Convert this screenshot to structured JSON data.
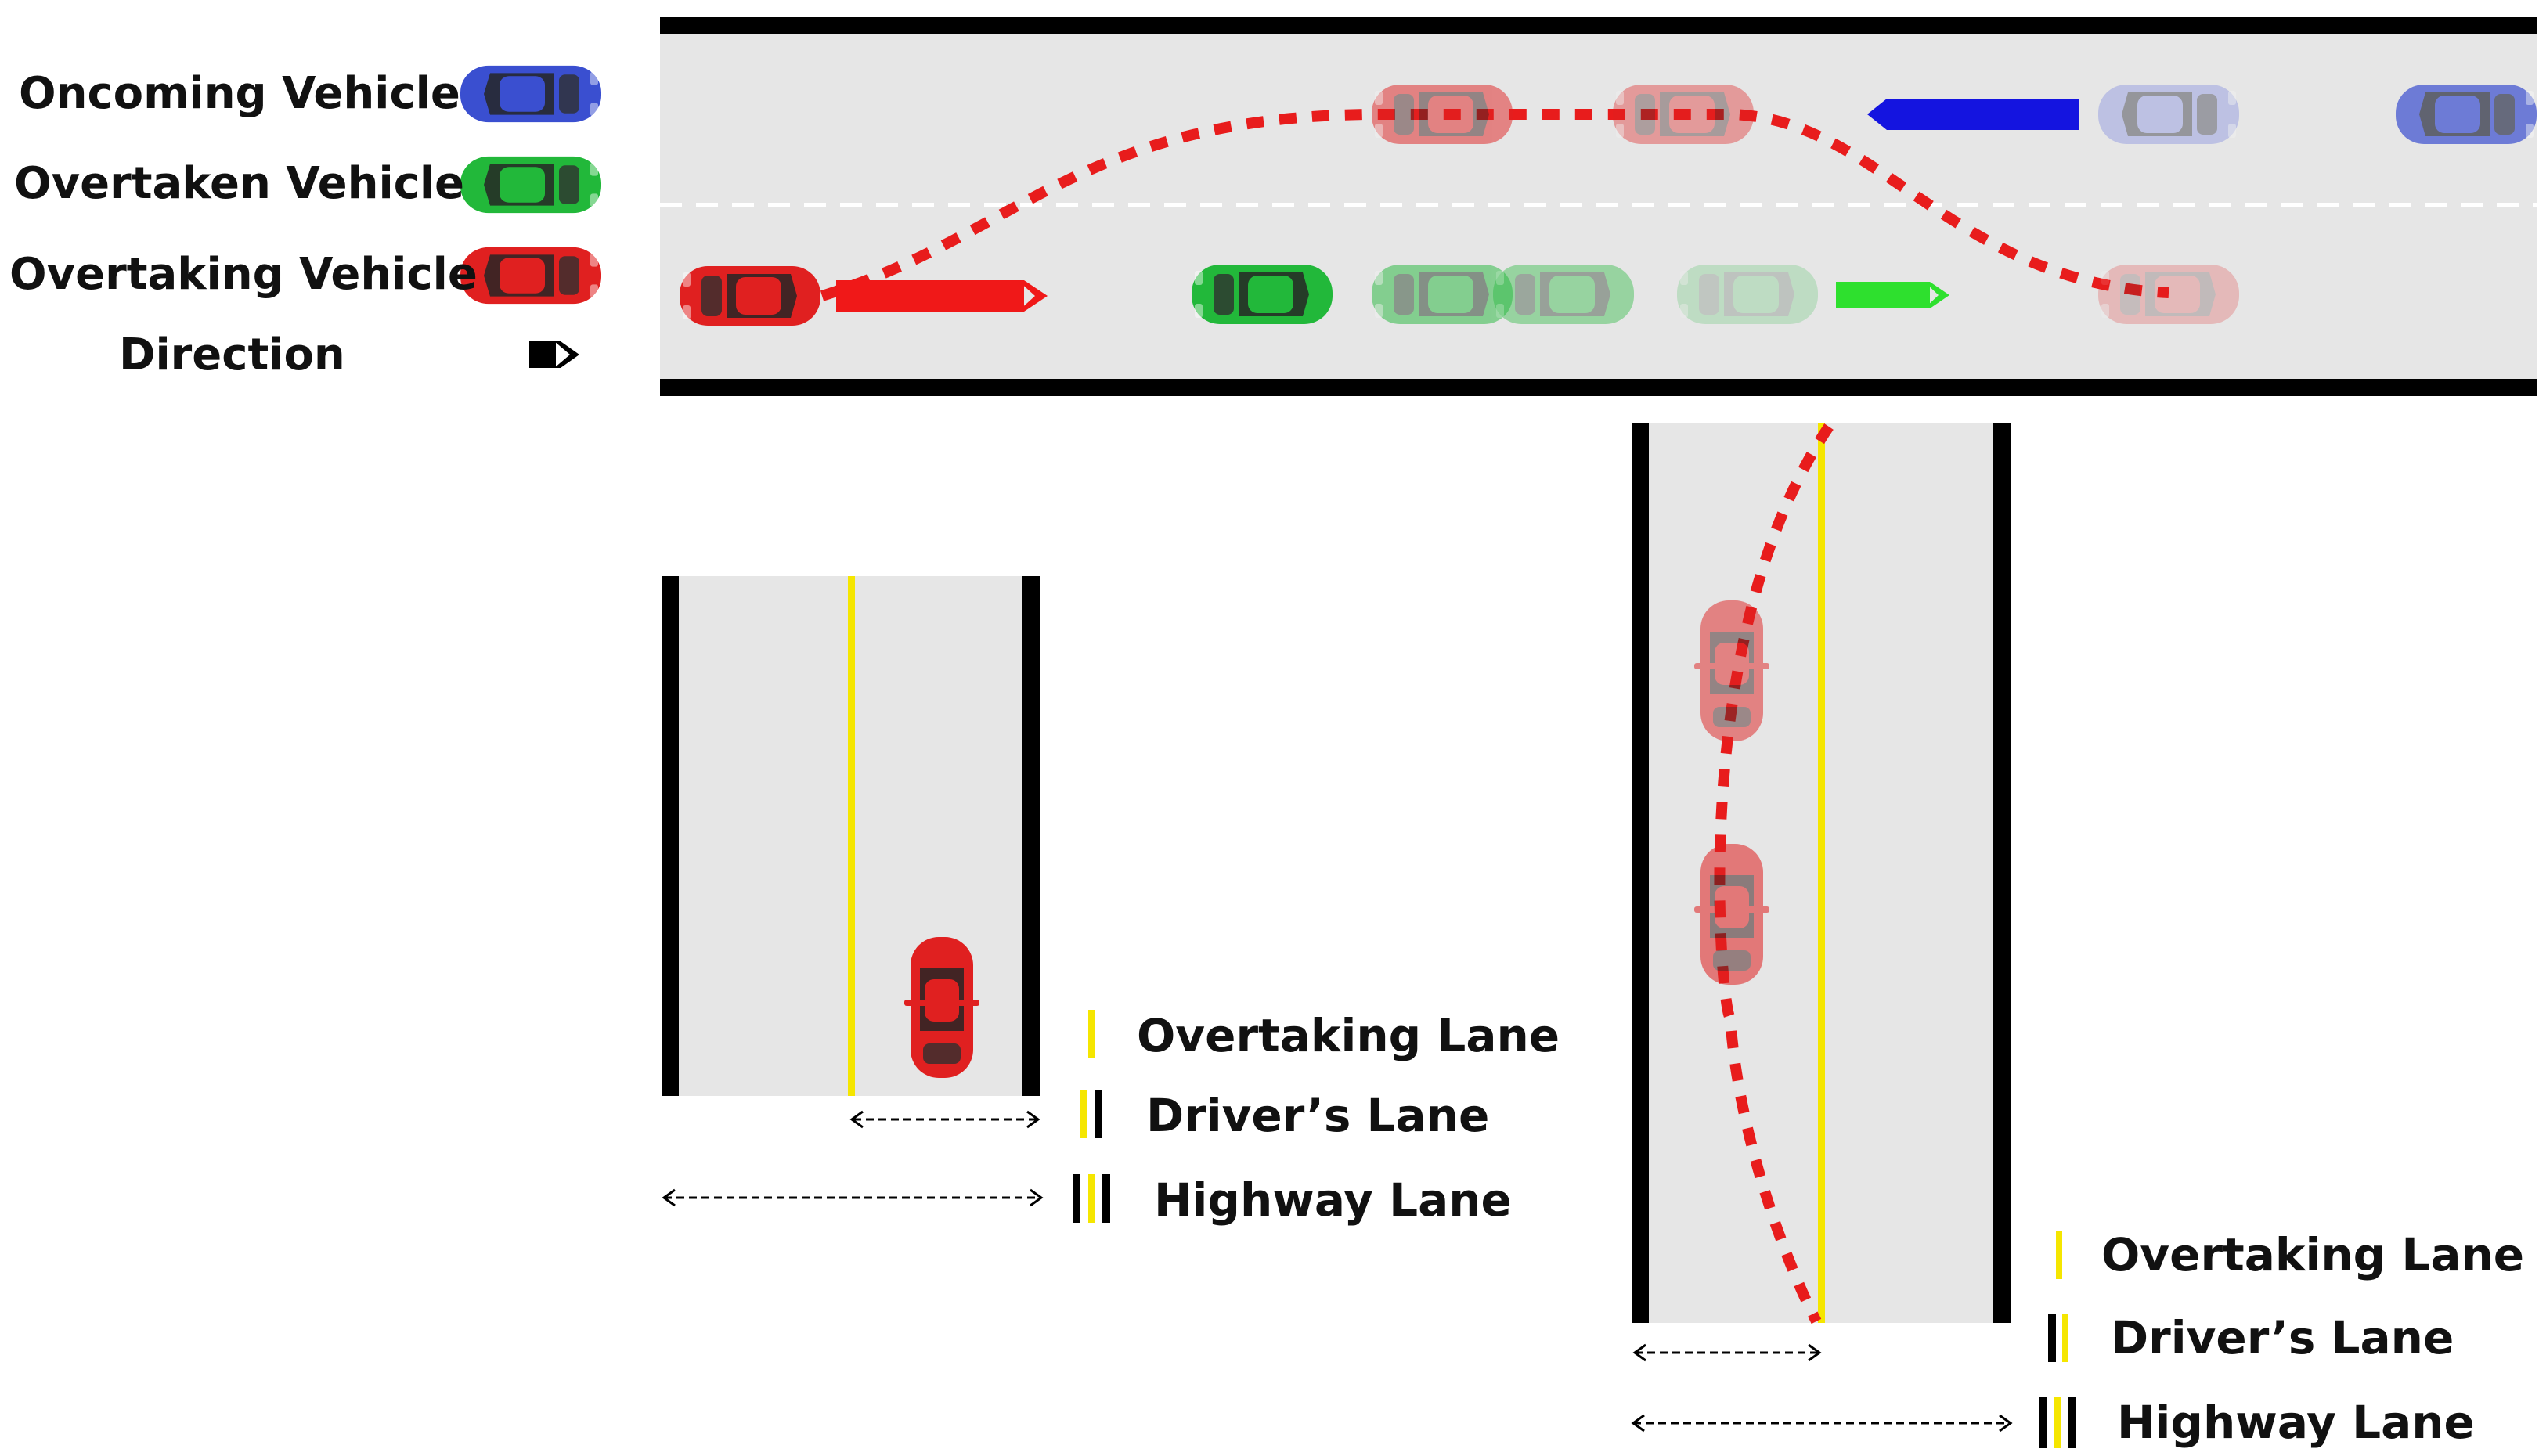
{
  "legend": {
    "oncoming": {
      "label": "Oncoming Vehicle",
      "color": "#3a4fd0",
      "icon": "blue-car-icon"
    },
    "overtaken": {
      "label": "Overtaken Vehicle",
      "color": "#22b83a",
      "icon": "green-car-icon"
    },
    "overtaking": {
      "label": "Overtaking Vehicle",
      "color": "#e02020",
      "icon": "red-car-icon"
    },
    "direction": {
      "label": "Direction",
      "icon": "direction-arrow-icon"
    }
  },
  "lane_key_a": {
    "overtaking_lane": "Overtaking Lane",
    "drivers_lane": "Driver’s Lane",
    "highway_lane": "Highway Lane"
  },
  "lane_key_b": {
    "overtaking_lane": "Overtaking Lane",
    "drivers_lane": "Driver’s Lane",
    "highway_lane": "Highway Lane"
  },
  "colors": {
    "road": "#e6e6e6",
    "road_edge": "#000000",
    "center_line": "#f5e600",
    "trajectory": "#e81c1c",
    "arrow_red": "#f01818",
    "arrow_green": "#2ee02e",
    "arrow_blue": "#1414e0"
  }
}
